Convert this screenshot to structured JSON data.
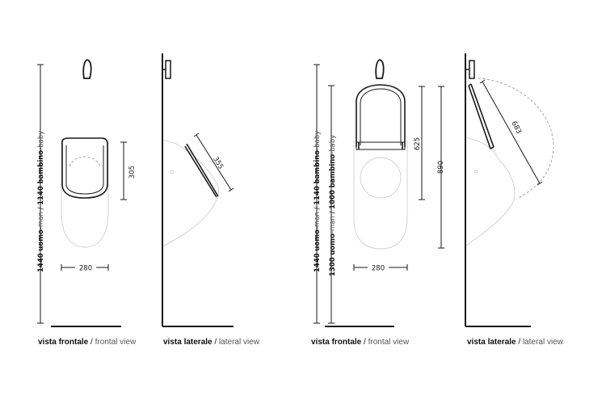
{
  "captions": {
    "frontal": {
      "bold": "vista frontale",
      "sep": " / ",
      "light": "frontal view"
    },
    "lateral": {
      "bold": "vista laterale",
      "sep": " / ",
      "light": "lateral view"
    }
  },
  "dimensions": {
    "d280a": "280",
    "d305": "305",
    "d355": "355",
    "d280b": "280",
    "d625": "625",
    "d890": "890",
    "d683": "683"
  },
  "height_labels": {
    "h1440_man": "1440",
    "uomo1": "uomo",
    "man1": "-man",
    "sep1": " / ",
    "h1140_baby": "1140",
    "bambino1": "bambino",
    "baby1": "-baby",
    "h1440_man_b": "1440",
    "uomo2": "uomo",
    "man2": "-man",
    "sep2": " / ",
    "h1140_baby_b": "1140",
    "bambino2": "bambino",
    "baby2": "-baby",
    "h1300_man": "1300",
    "uomo3": "uomo",
    "man3": "-man",
    "sep3": " / ",
    "h1000_baby": "1000",
    "bambino3": "bambino",
    "baby3": "-baby"
  }
}
